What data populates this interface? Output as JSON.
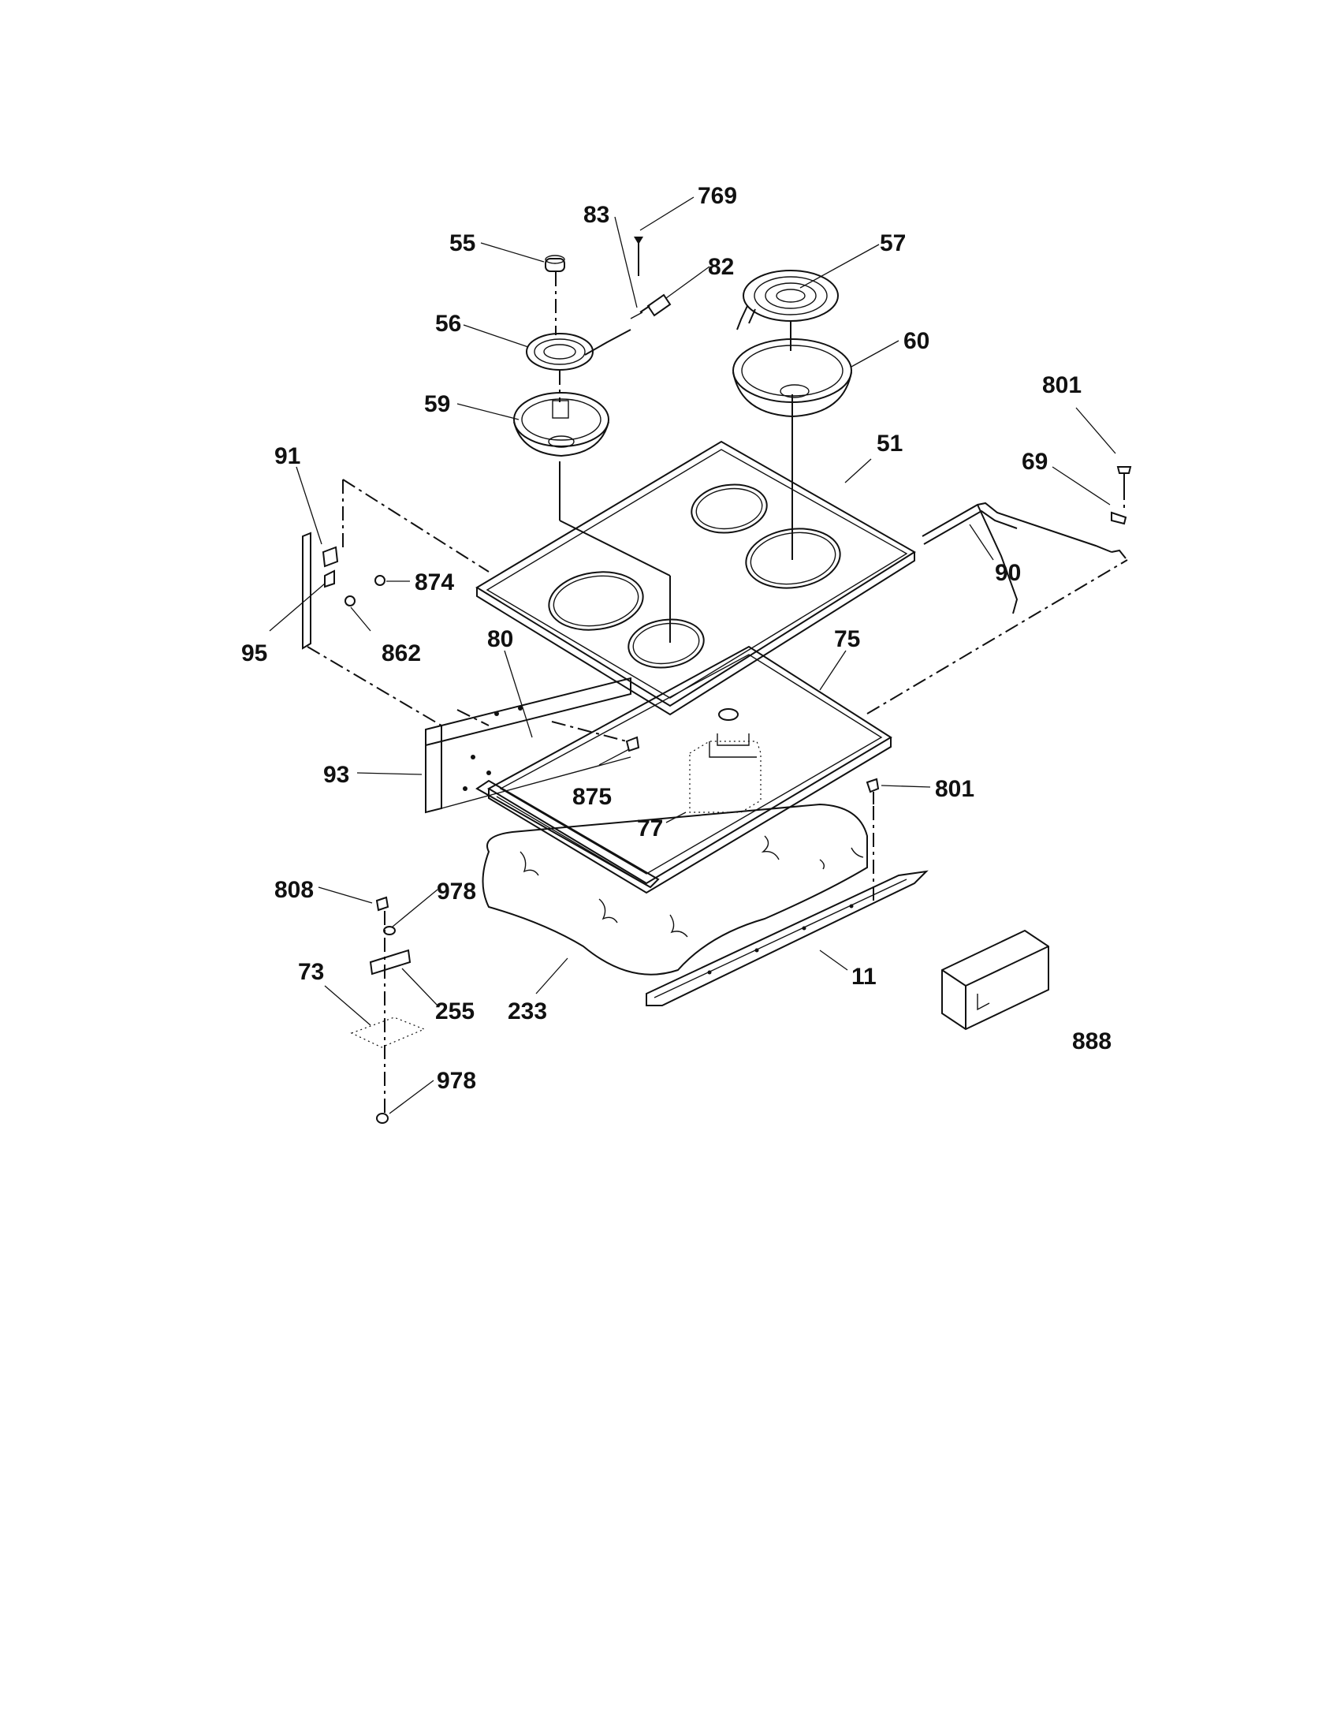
{
  "labels": {
    "l55": "55",
    "l83": "83",
    "l769": "769",
    "l82": "82",
    "l57": "57",
    "l56": "56",
    "l60": "60",
    "l801a": "801",
    "l59": "59",
    "l51": "51",
    "l69": "69",
    "l91": "91",
    "l874": "874",
    "l90": "90",
    "l95": "95",
    "l862": "862",
    "l80": "80",
    "l75": "75",
    "l93": "93",
    "l875": "875",
    "l801b": "801",
    "l77": "77",
    "l808": "808",
    "l978a": "978",
    "l73": "73",
    "l255": "255",
    "l233": "233",
    "l11": "11",
    "l888": "888",
    "l978b": "978"
  }
}
